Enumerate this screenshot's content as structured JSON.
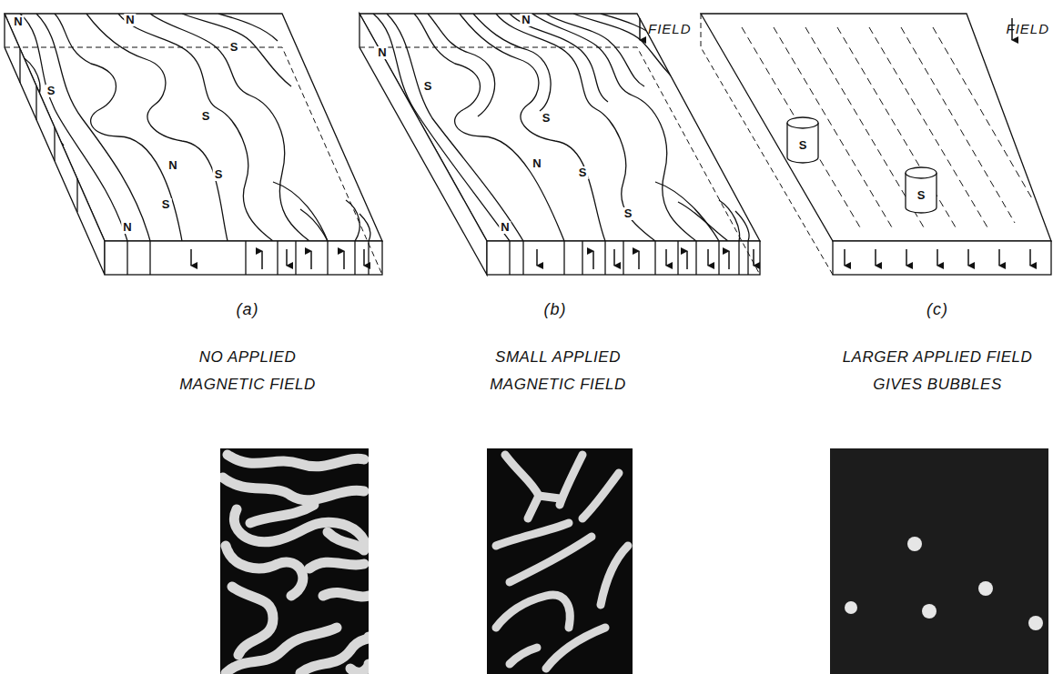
{
  "diagram": {
    "labels": [
      "N",
      "N",
      "S",
      "S",
      "S",
      "N",
      "S",
      "S",
      "N",
      "FIELD",
      "N",
      "N",
      "S",
      "S",
      "S",
      "N",
      "S",
      "N",
      "FIELD",
      "S",
      "S",
      "(a)",
      "NO APPLIED MAGNETIC FIELD",
      "(b)",
      "SMALL APPLIED MAGNETIC FIELD",
      "(c)",
      "LARGER APPLIED FIELD GIVES BUBBLES"
    ]
  }
}
